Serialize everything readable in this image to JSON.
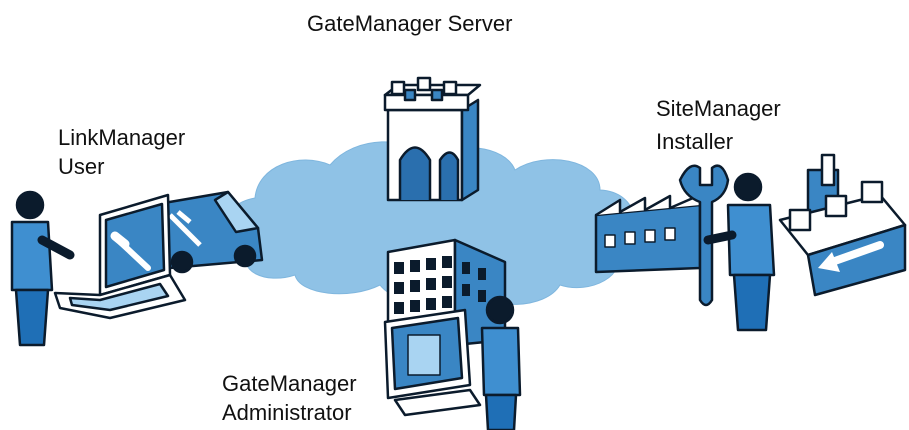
{
  "labels": {
    "server": "GateManager Server",
    "link_line1": "LinkManager",
    "link_line2": "User",
    "site_line1": "SiteManager",
    "site_line2": "Installer",
    "admin_line1": "GateManager",
    "admin_line2": "Administrator"
  },
  "colors": {
    "cloud": "#8fc2e6",
    "blue": "#3a86c4",
    "light_blue": "#a9d4f2",
    "dark": "#0b1b2c",
    "person_shirt": "#3f8fd0",
    "person_pants": "#1f6fb6"
  },
  "icons": [
    "tower-icon",
    "laptop-icon",
    "van-icon",
    "office-building-icon",
    "monitor-icon",
    "factory-icon",
    "wrench-icon",
    "conveyor-icon",
    "person-icon"
  ]
}
